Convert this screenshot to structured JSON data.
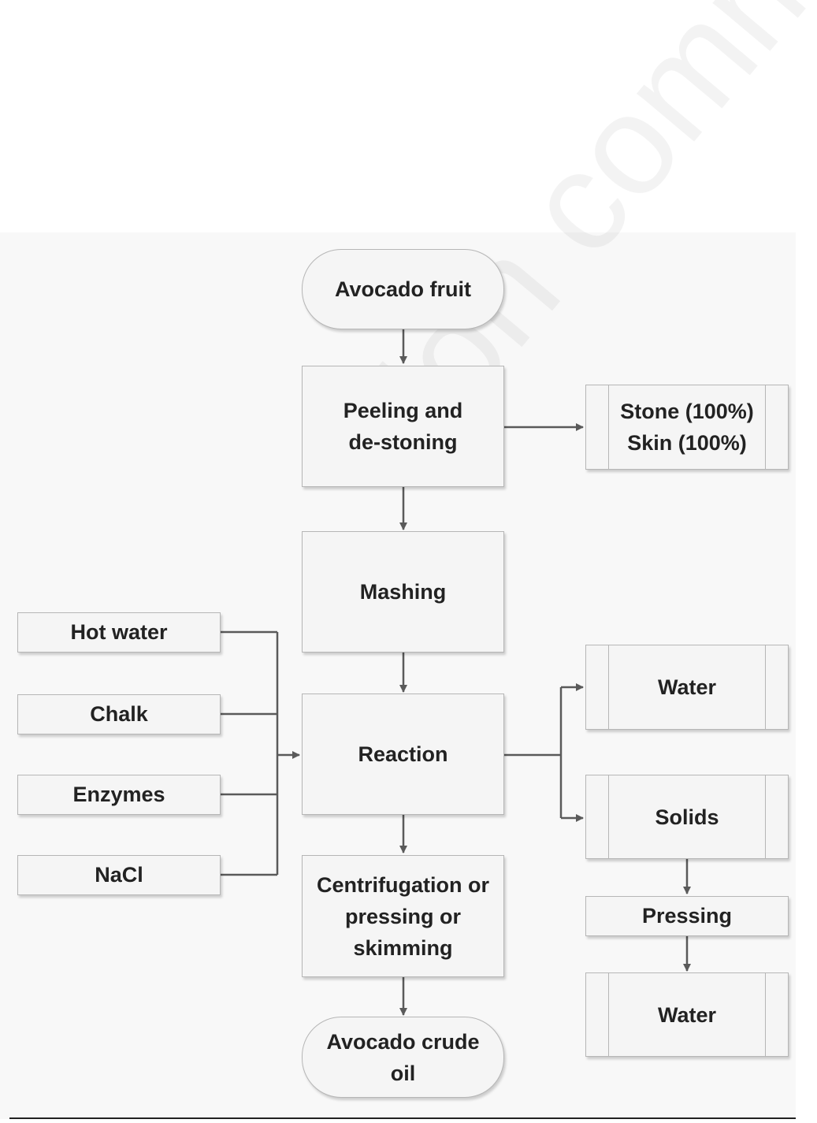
{
  "watermark": "Non commercial",
  "nodes": {
    "avocado_fruit": "Avocado fruit",
    "peeling": "Peeling and\nde-stoning",
    "stone_skin": "Stone (100%)\nSkin (100%)",
    "mashing": "Mashing",
    "hot_water": "Hot water",
    "chalk": "Chalk",
    "enzymes": "Enzymes",
    "nacl": "NaCl",
    "reaction": "Reaction",
    "water_1": "Water",
    "solids": "Solids",
    "pressing": "Pressing",
    "water_2": "Water",
    "centrifugation": "Centrifugation or\npressing or\nskimming",
    "crude_oil": "Avocado crude\noil"
  },
  "colors": {
    "box_fill": "#f5f5f5",
    "box_border": "#b6b6b6",
    "connector": "#5a5a5a",
    "text": "#222222"
  }
}
